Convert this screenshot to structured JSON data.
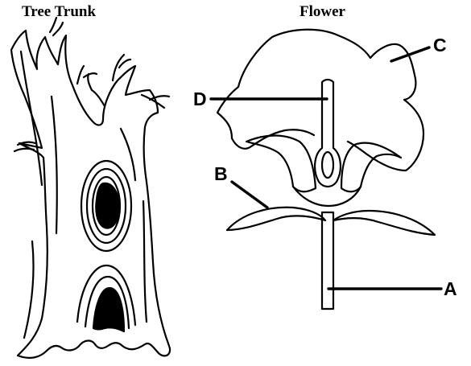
{
  "titles": {
    "tree": "Tree Trunk",
    "flower": "Flower"
  },
  "labels": {
    "a": "A",
    "b": "B",
    "c": "C",
    "d": "D"
  },
  "colors": {
    "ink": "#000000",
    "paper": "#ffffff"
  }
}
